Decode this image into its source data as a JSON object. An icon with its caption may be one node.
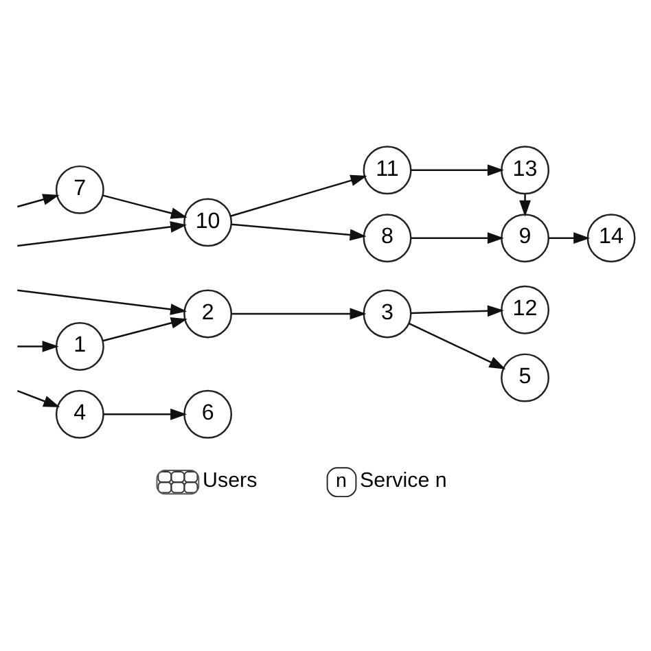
{
  "diagram": {
    "nodes": [
      {
        "text": [
          "7"
        ]
      },
      {
        "text": [
          "11"
        ]
      },
      {
        "text": [
          "13"
        ]
      },
      {
        "text": [
          "10"
        ]
      },
      {
        "text": [
          "8"
        ]
      },
      {
        "text": [
          "9"
        ]
      },
      {
        "text": [
          "14"
        ]
      },
      {
        "text": [
          "2"
        ]
      },
      {
        "text": [
          "3"
        ]
      },
      {
        "text": [
          "12"
        ]
      },
      {
        "text": [
          "1"
        ]
      },
      {
        "text": [
          "5"
        ]
      },
      {
        "text": [
          "4"
        ]
      },
      {
        "text": [
          "6"
        ]
      }
    ],
    "edges": [
      {
        "from": null,
        "to": 0,
        "arrow": "to"
      },
      {
        "from": null,
        "to": 3,
        "arrow": "to"
      },
      {
        "from": null,
        "to": 7,
        "arrow": "to"
      },
      {
        "from": null,
        "to": 10,
        "arrow": "to"
      },
      {
        "from": null,
        "to": 12,
        "arrow": "to"
      },
      {
        "from": 0,
        "to": 3,
        "arrow": "to"
      },
      {
        "from": 3,
        "to": 1,
        "arrow": "to"
      },
      {
        "from": 3,
        "to": 4,
        "arrow": "to"
      },
      {
        "from": 1,
        "to": 2,
        "arrow": "to"
      },
      {
        "from": 2,
        "to": 5,
        "arrow": "to"
      },
      {
        "from": 4,
        "to": 5,
        "arrow": "to"
      },
      {
        "from": 5,
        "to": 6,
        "arrow": "to"
      },
      {
        "from": 7,
        "to": 8,
        "arrow": "to"
      },
      {
        "from": 10,
        "to": 7,
        "arrow": "to"
      },
      {
        "from": 8,
        "to": 9,
        "arrow": "to"
      },
      {
        "from": 8,
        "to": 11,
        "arrow": "to"
      },
      {
        "from": 12,
        "to": 13,
        "arrow": "to"
      }
    ],
    "labels": [
      "n"
    ],
    "legend": [
      {
        "text": "Users"
      },
      {
        "text": "Service n"
      }
    ]
  }
}
